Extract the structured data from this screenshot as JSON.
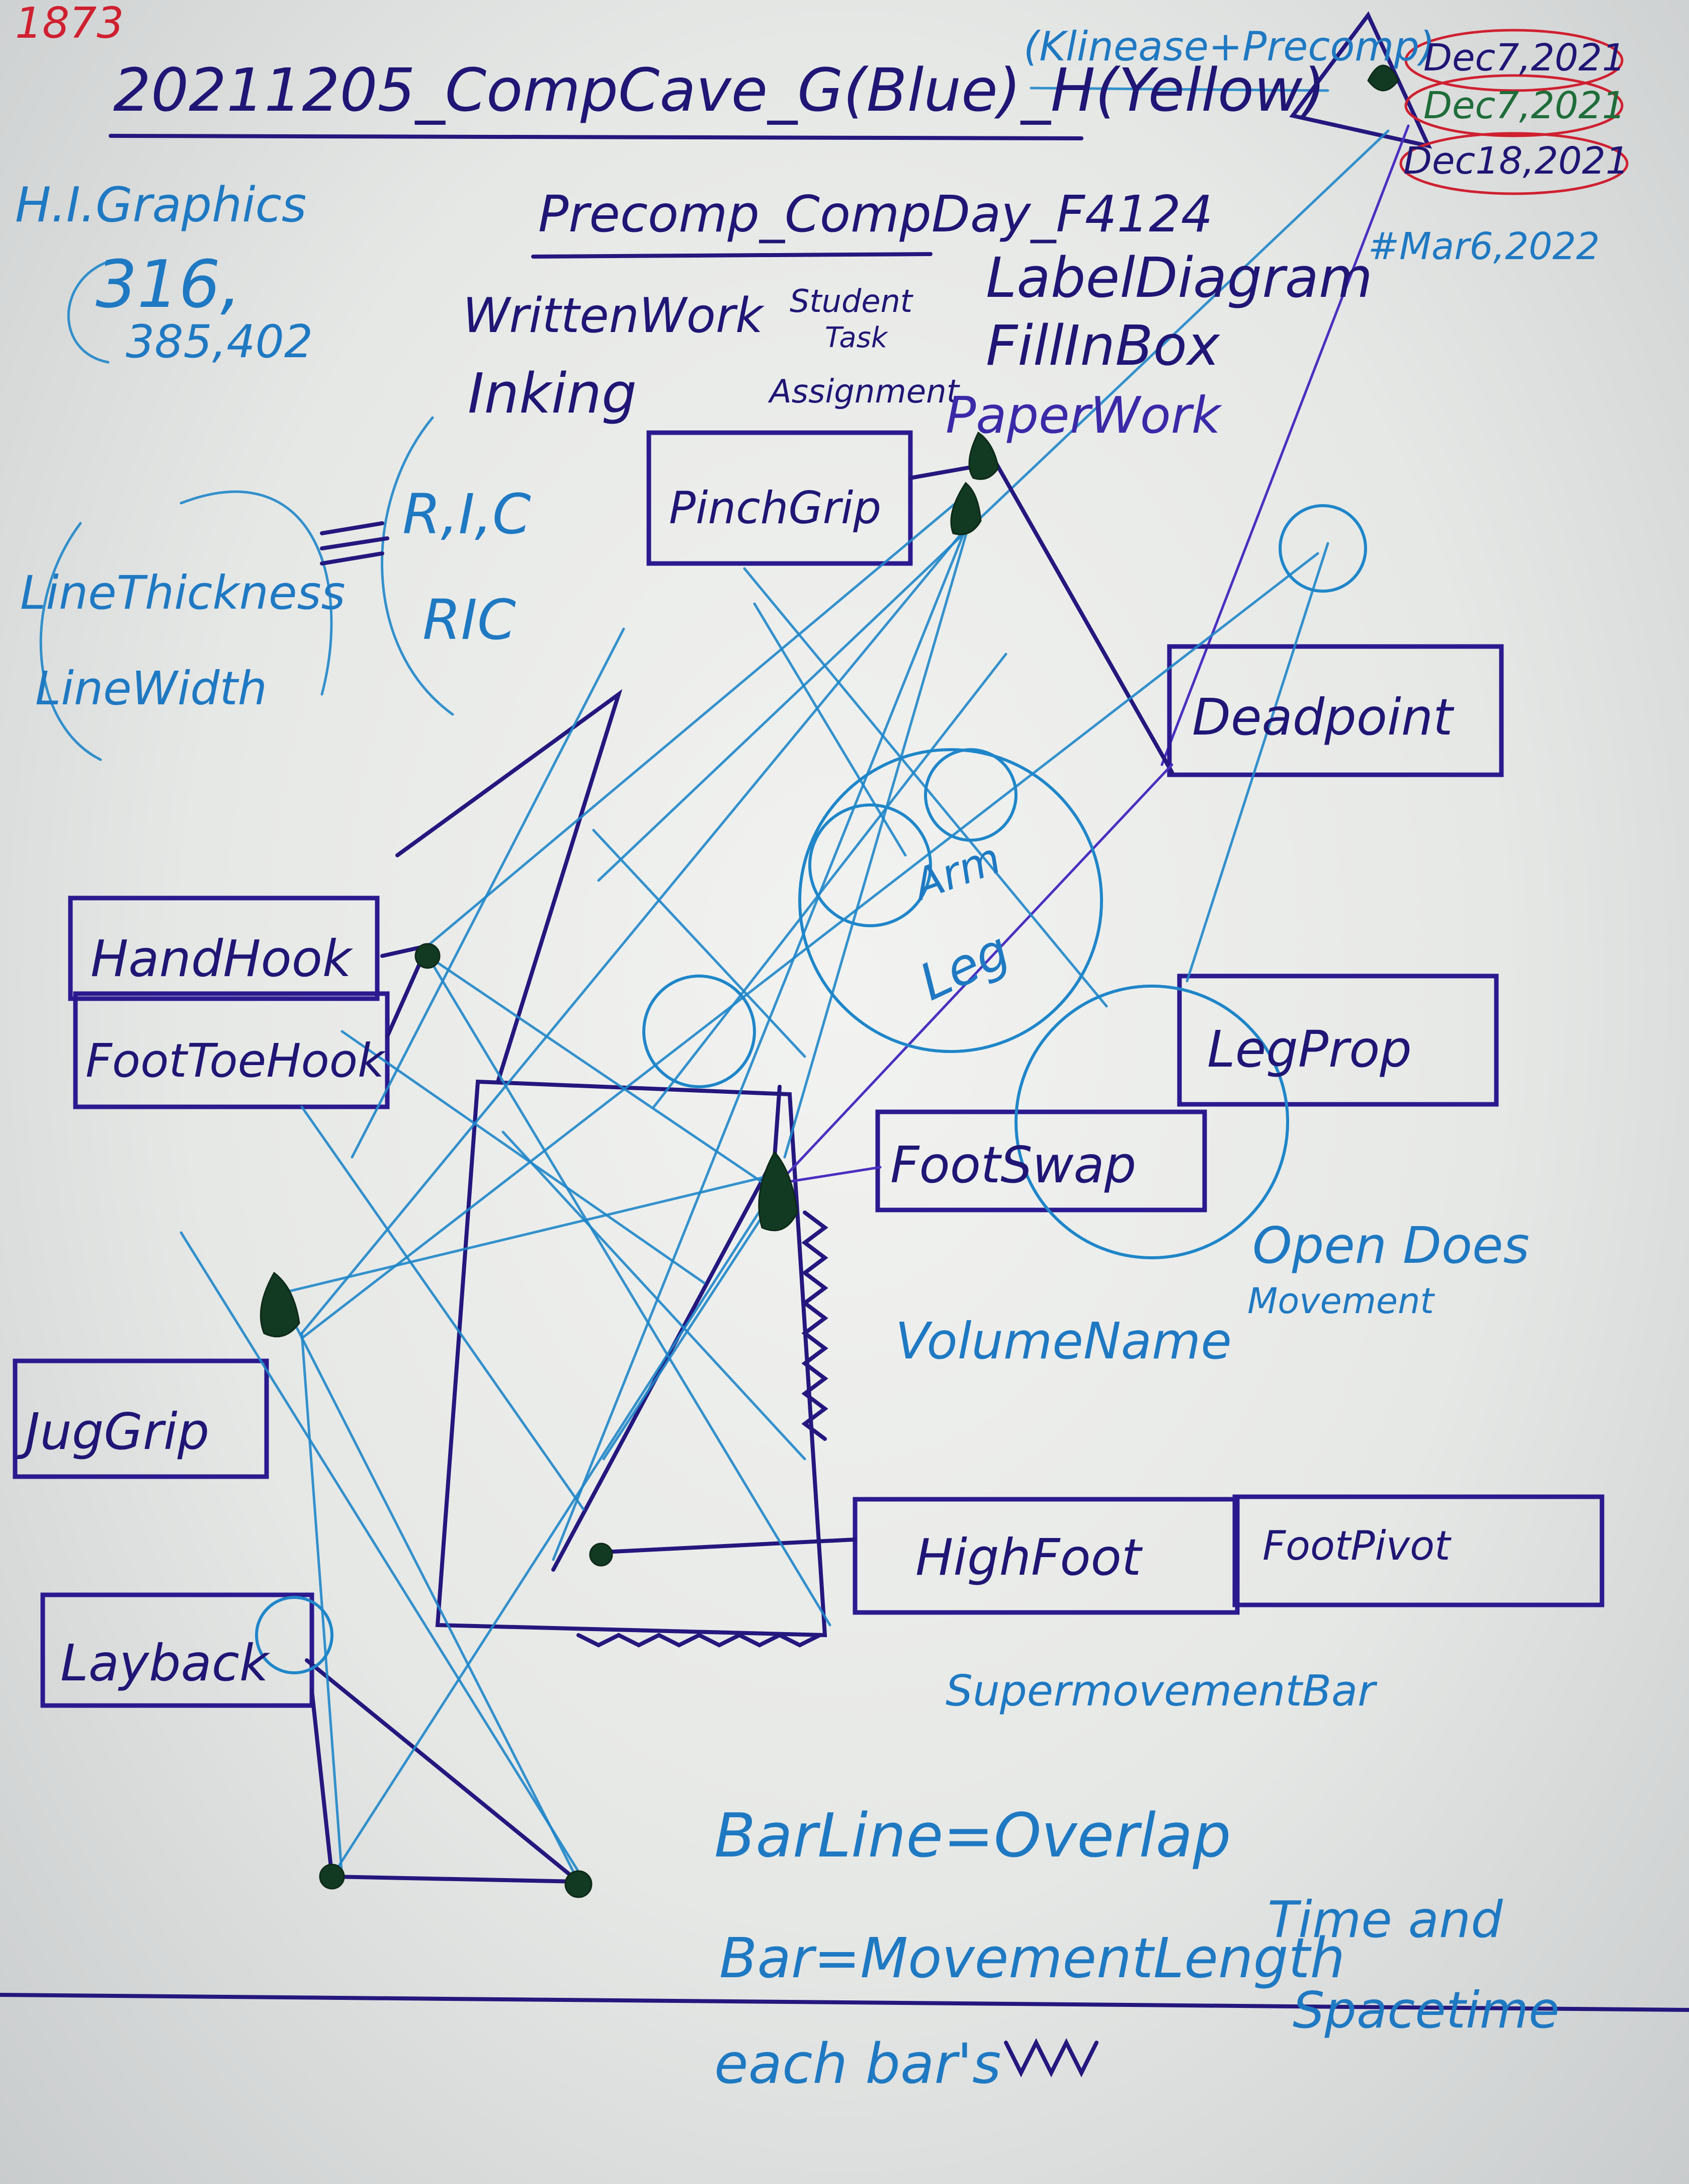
{
  "page_id": "1873",
  "title": "20211205_CompCave_G(Blue)_H(Yellow)",
  "title_tag": "(Klinease+Precomp)",
  "dates": [
    "Dec7,2021",
    "Dec7,2021",
    "Dec18,2021",
    "#Mar6,2022"
  ],
  "subtitle": "Precomp_CompDay_F4124",
  "hi_graphics": {
    "label": "H.I.Graphics",
    "numbers_a": "316,",
    "numbers_b": "385,402"
  },
  "notes": {
    "written_work": "WrittenWork",
    "inking": "Inking",
    "student_task": [
      "Student",
      "Task",
      "Assignment"
    ],
    "label_diagram": "LabelDiagram",
    "fill_in_box": "FillInBox",
    "paper_work": "PaperWork",
    "line_thickness": "LineThickness",
    "line_width": "LineWidth",
    "ric_a": "R,I,C",
    "ric_b": "RIC",
    "volume_name": "VolumeName",
    "open_does": "Open Does",
    "movement": "Movement",
    "supermovement_bar": "SupermovementBar",
    "bar_line": "BarLine=Overlap",
    "bar_length": "Bar=MovementLength",
    "each_bar": "each bar's",
    "time_and": "Time and",
    "spacetime": "Spacetime",
    "arm": "Arm",
    "leg": "Leg"
  },
  "boxes": {
    "pinch_grip": "PinchGrip",
    "deadpoint": "Deadpoint",
    "hand_hook": "HandHook",
    "foot_toe_hook": "FootToeHook",
    "leg_prop": "LegProp",
    "foot_swap": "FootSwap",
    "jug_grip": "JugGrip",
    "layback": "Layback",
    "high_foot": "HighFoot",
    "foot_pivot": "FootPivot"
  },
  "colors": {
    "dark_ink": "#1f1675",
    "blue_ink": "#1f79c2",
    "red_ink": "#cf2030",
    "green_ink": "#1f6d3a",
    "paper": "#eceeec"
  }
}
